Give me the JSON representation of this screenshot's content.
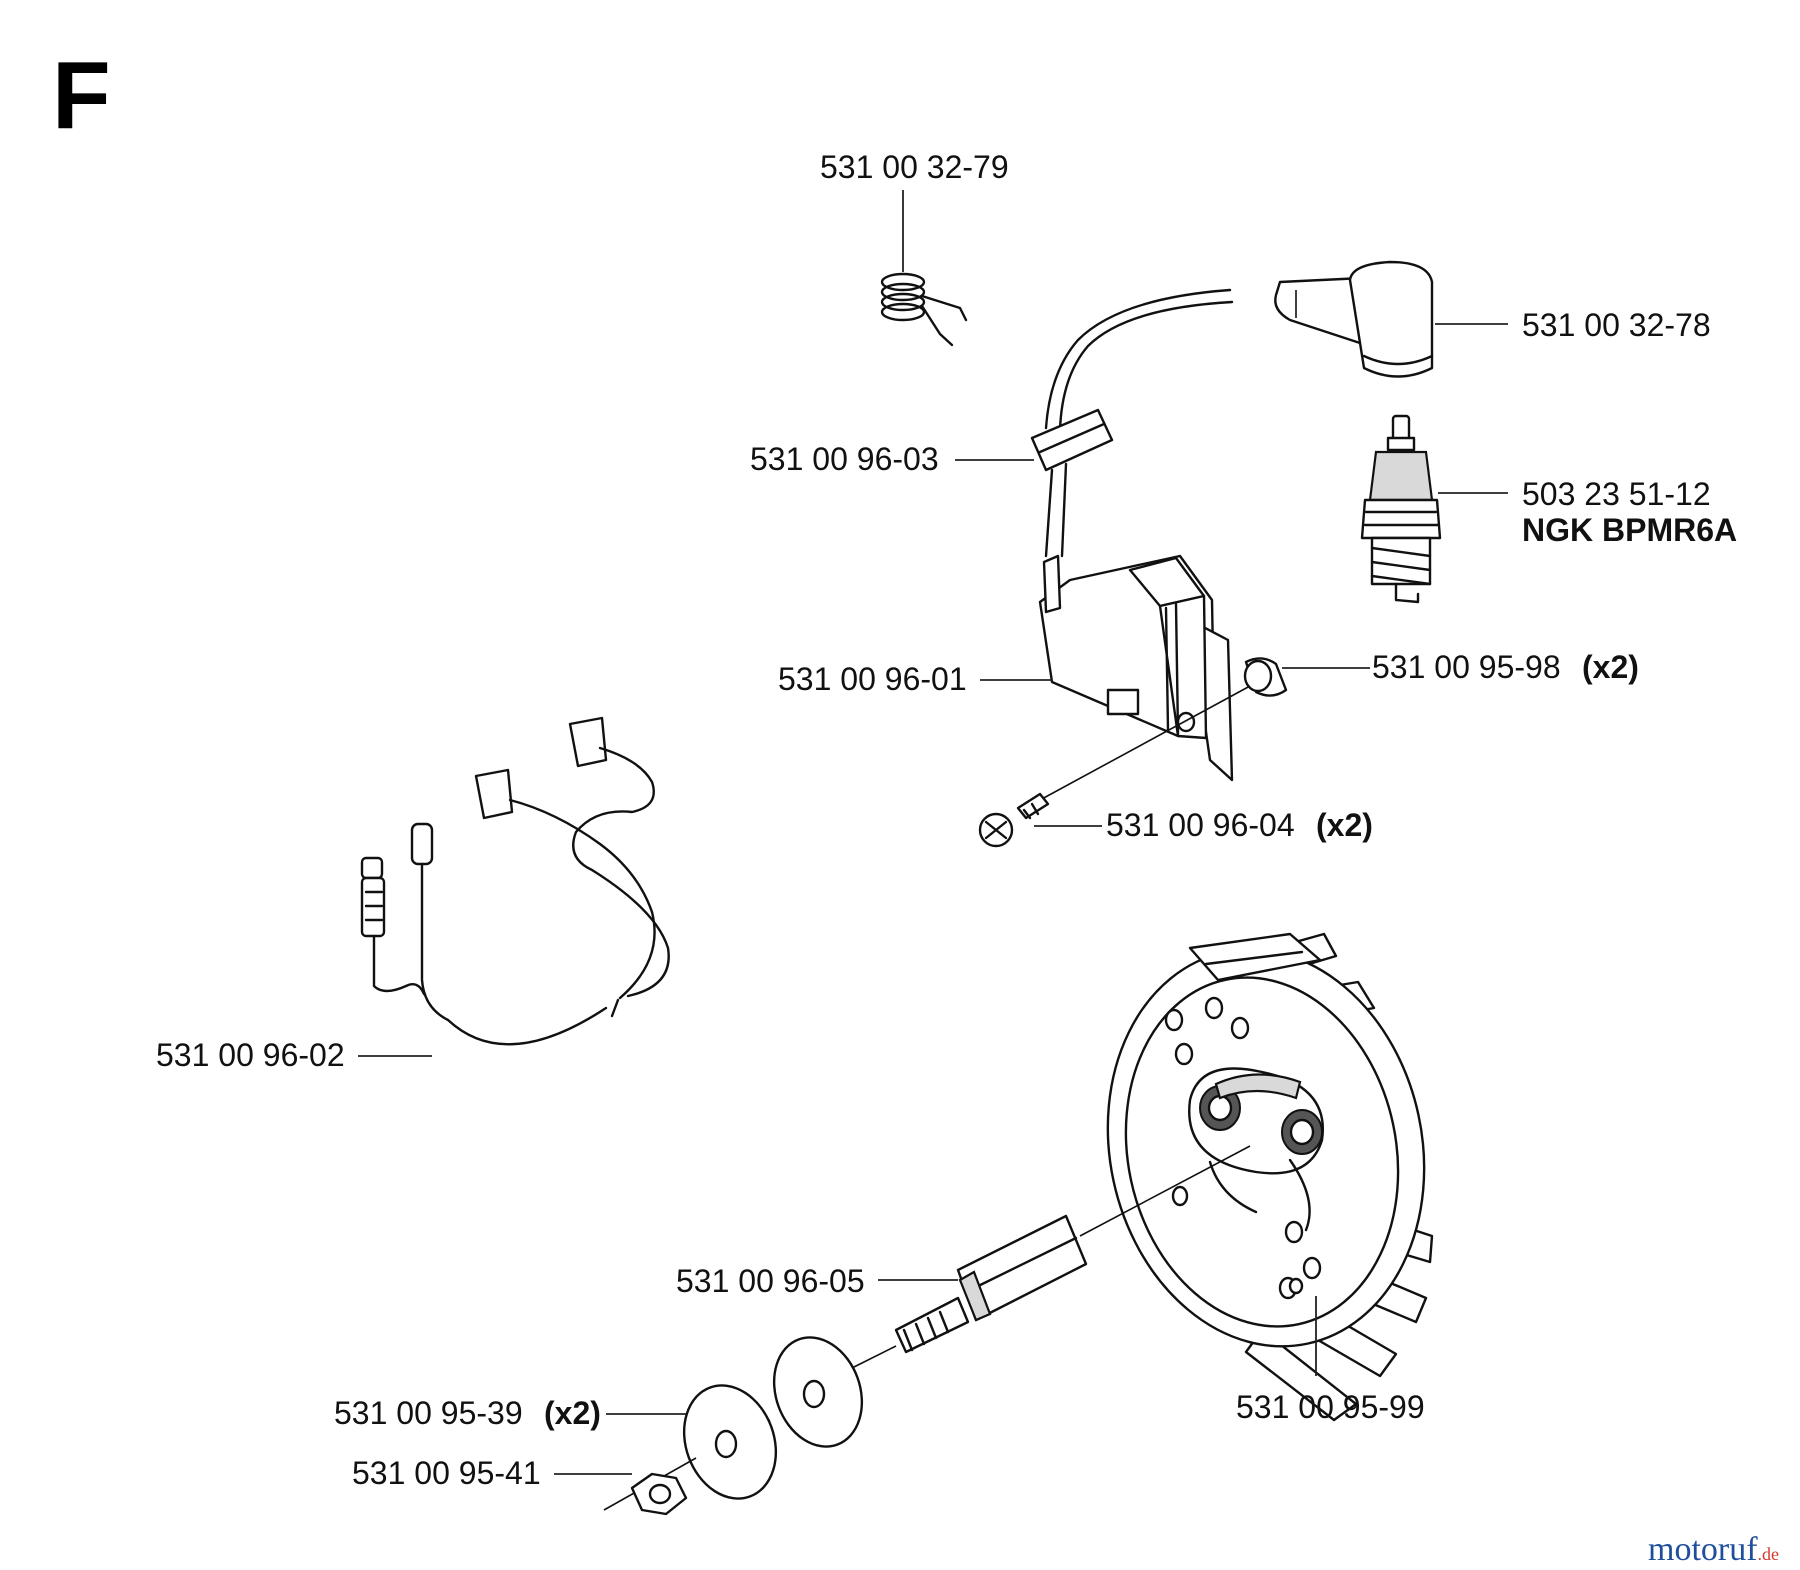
{
  "section_letter": "F",
  "parts": {
    "spring": {
      "number": "531 00 32-79",
      "qty": ""
    },
    "spark_plug_cap": {
      "number": "531 00 32-78",
      "qty": ""
    },
    "ignition_lead": {
      "number": "531 00 96-03",
      "qty": ""
    },
    "spark_plug": {
      "number": "503 23 51-12",
      "qty": "",
      "spec": "NGK BPMR6A"
    },
    "ignition_module": {
      "number": "531 00 96-01",
      "qty": ""
    },
    "spacer": {
      "number": "531 00 95-98",
      "qty": "(x2)"
    },
    "screw": {
      "number": "531 00 96-04",
      "qty": "(x2)"
    },
    "wire_harness": {
      "number": "531 00 96-02",
      "qty": ""
    },
    "stud": {
      "number": "531 00 96-05",
      "qty": ""
    },
    "flywheel": {
      "number": "531 00 95-99",
      "qty": ""
    },
    "washer": {
      "number": "531 00 95-39",
      "qty": "(x2)"
    },
    "nut": {
      "number": "531 00 95-41",
      "qty": ""
    }
  },
  "watermark": {
    "brand": "motoruf",
    "suffix": ".de"
  },
  "colors": {
    "watermark_m": "#1f4e9c",
    "watermark_o": "#d43a2f",
    "watermark_t": "#2f8f3a",
    "watermark_rest": "#1f4e9c"
  }
}
